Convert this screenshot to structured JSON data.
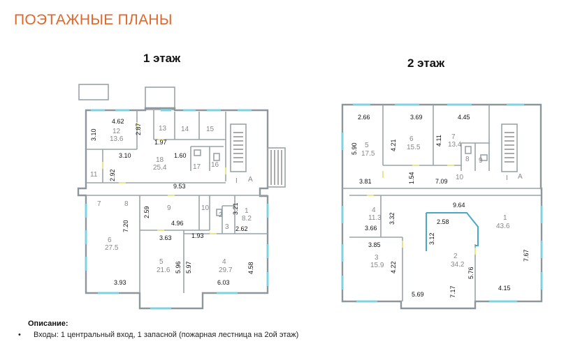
{
  "title": "ПОЭТАЖНЫЕ ПЛАНЫ",
  "floor1": {
    "label": "1 этаж",
    "labels": [
      {
        "id": "d-4-62",
        "text": "4.62"
      },
      {
        "id": "d-3-10a",
        "text": "3.10"
      },
      {
        "id": "r12-num",
        "text": "12"
      },
      {
        "id": "r12-area",
        "text": "13.6"
      },
      {
        "id": "d-2-87",
        "text": "2.87"
      },
      {
        "id": "r13",
        "text": "13"
      },
      {
        "id": "r14",
        "text": "14"
      },
      {
        "id": "r15",
        "text": "15"
      },
      {
        "id": "d-1-97",
        "text": "1.97"
      },
      {
        "id": "d-3-10b",
        "text": "3.10"
      },
      {
        "id": "r18-num",
        "text": "18"
      },
      {
        "id": "r18-area",
        "text": "25.4"
      },
      {
        "id": "d-1-60",
        "text": "1.60"
      },
      {
        "id": "r16",
        "text": "16"
      },
      {
        "id": "r17",
        "text": "17"
      },
      {
        "id": "r11",
        "text": "11"
      },
      {
        "id": "d-2-92",
        "text": "2.92"
      },
      {
        "id": "d-9-53",
        "text": "9.53"
      },
      {
        "id": "r-I",
        "text": "I"
      },
      {
        "id": "r-A",
        "text": "A"
      },
      {
        "id": "r7",
        "text": "7"
      },
      {
        "id": "r8",
        "text": "8"
      },
      {
        "id": "d-2-59",
        "text": "2.59"
      },
      {
        "id": "r9",
        "text": "9"
      },
      {
        "id": "r10",
        "text": "10"
      },
      {
        "id": "d-3-21",
        "text": "3.21"
      },
      {
        "id": "r2",
        "text": "2"
      },
      {
        "id": "r3",
        "text": "3"
      },
      {
        "id": "r1-num",
        "text": "1"
      },
      {
        "id": "r1-area",
        "text": "8.2"
      },
      {
        "id": "d-7-20",
        "text": "7.20"
      },
      {
        "id": "d-4-96",
        "text": "4.96"
      },
      {
        "id": "d-2-62",
        "text": "2.62"
      },
      {
        "id": "r6-num",
        "text": "6"
      },
      {
        "id": "r6-area",
        "text": "27.5"
      },
      {
        "id": "d-3-63",
        "text": "3.63"
      },
      {
        "id": "d-1-93",
        "text": "1.93"
      },
      {
        "id": "r5-num",
        "text": "5"
      },
      {
        "id": "r5-area",
        "text": "21.6"
      },
      {
        "id": "d-5-96",
        "text": "5.96"
      },
      {
        "id": "d-5-97",
        "text": "5.97"
      },
      {
        "id": "r4-num",
        "text": "4"
      },
      {
        "id": "r4-area",
        "text": "29.7"
      },
      {
        "id": "d-4-58",
        "text": "4.58"
      },
      {
        "id": "d-3-93",
        "text": "3.93"
      },
      {
        "id": "d-6-03",
        "text": "6.03"
      }
    ]
  },
  "floor2": {
    "label": "2 этаж",
    "labels": [
      {
        "id": "d-2-66",
        "text": "2.66"
      },
      {
        "id": "d-3-69",
        "text": "3.69"
      },
      {
        "id": "d-4-45",
        "text": "4.45"
      },
      {
        "id": "d-5-90",
        "text": "5.90"
      },
      {
        "id": "r5-num",
        "text": "5"
      },
      {
        "id": "r5-area",
        "text": "17.5"
      },
      {
        "id": "d-4-21",
        "text": "4.21"
      },
      {
        "id": "r6-num",
        "text": "6"
      },
      {
        "id": "r6-area",
        "text": "15.5"
      },
      {
        "id": "d-4-11",
        "text": "4.11"
      },
      {
        "id": "r7-num",
        "text": "7"
      },
      {
        "id": "r7-area",
        "text": "13.4"
      },
      {
        "id": "r8",
        "text": "8"
      },
      {
        "id": "r9",
        "text": "9"
      },
      {
        "id": "d-1-54",
        "text": "1.54"
      },
      {
        "id": "r10",
        "text": "10"
      },
      {
        "id": "r-I",
        "text": "I"
      },
      {
        "id": "r-A",
        "text": "A"
      },
      {
        "id": "d-3-81",
        "text": "3.81"
      },
      {
        "id": "d-7-09",
        "text": "7.09"
      },
      {
        "id": "d-9-64",
        "text": "9.64"
      },
      {
        "id": "r4-num",
        "text": "4"
      },
      {
        "id": "r4-area",
        "text": "11.3"
      },
      {
        "id": "d-3-32",
        "text": "3.32"
      },
      {
        "id": "d-3-66",
        "text": "3.66"
      },
      {
        "id": "d-2-58",
        "text": "2.58"
      },
      {
        "id": "r1-num",
        "text": "1"
      },
      {
        "id": "r1-area",
        "text": "43.6"
      },
      {
        "id": "d-3-12",
        "text": "3.12"
      },
      {
        "id": "d-3-85",
        "text": "3.85"
      },
      {
        "id": "r3-num",
        "text": "3"
      },
      {
        "id": "r3-area",
        "text": "15.9"
      },
      {
        "id": "r2-num",
        "text": "2"
      },
      {
        "id": "r2-area",
        "text": "34.2"
      },
      {
        "id": "d-4-22",
        "text": "4.22"
      },
      {
        "id": "d-5-76",
        "text": "5.76"
      },
      {
        "id": "d-7-67",
        "text": "7.67"
      },
      {
        "id": "d-5-69",
        "text": "5.69"
      },
      {
        "id": "d-7-17",
        "text": "7.17"
      },
      {
        "id": "d-4-15",
        "text": "4.15"
      }
    ]
  },
  "description": {
    "title": "Описание:",
    "bullet": "•",
    "items": [
      "Входы: 1 центральный вход, 1 запасной (пожарная лестница на 2ой этаж)"
    ]
  },
  "colors": {
    "title": "#e0662a",
    "walls": "#9aa3a8",
    "windows": "#7fd3e0",
    "doors": "#e7e68a",
    "highlight": "#4aa8c6"
  }
}
